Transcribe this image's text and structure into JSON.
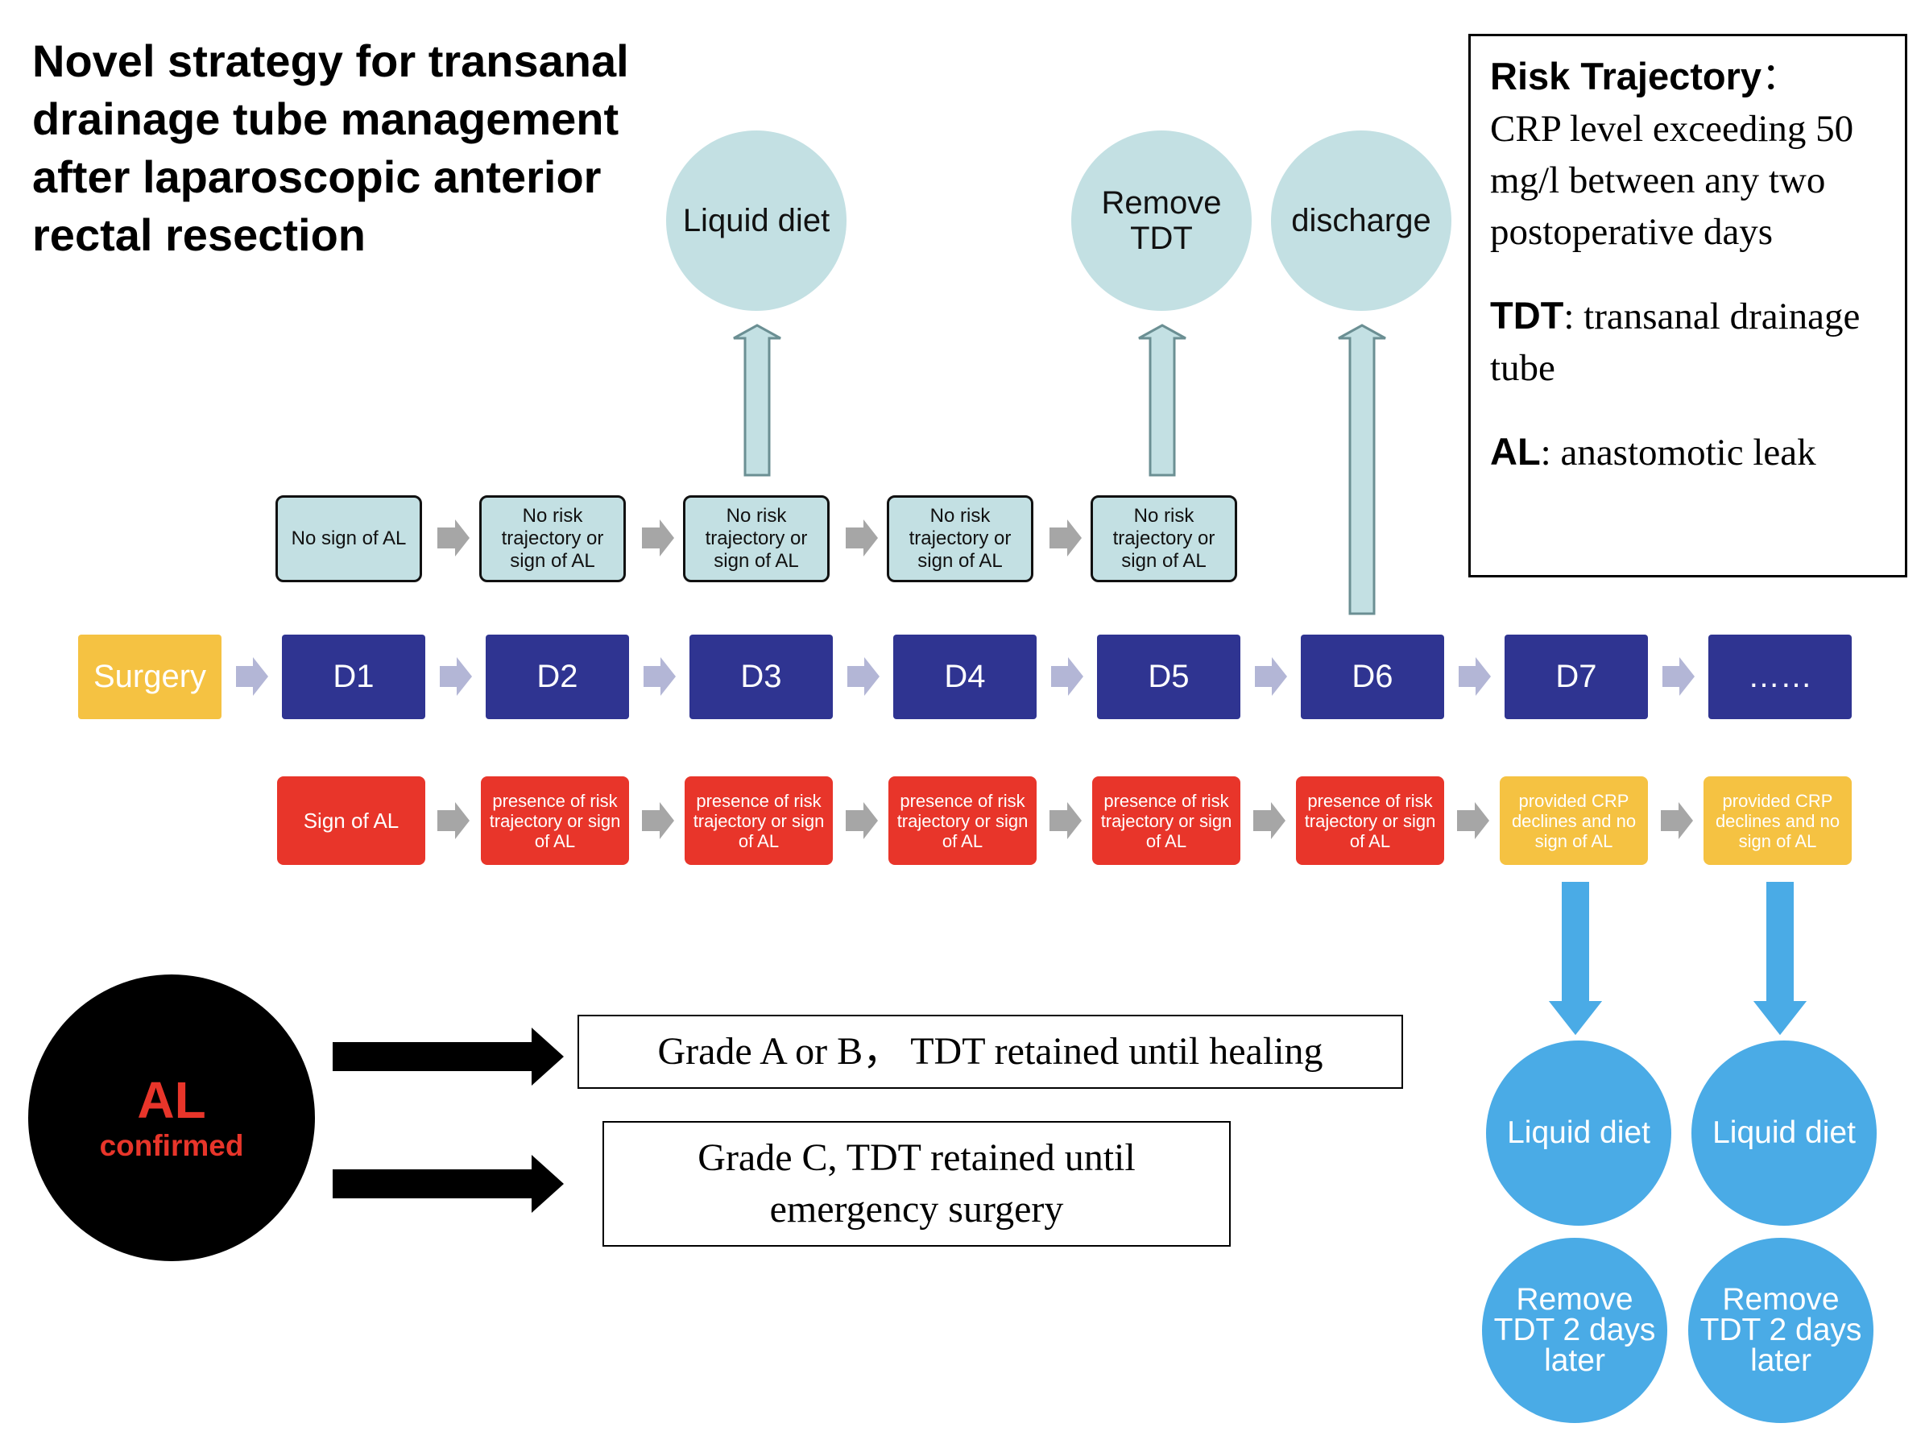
{
  "title": "Novel strategy for transanal drainage tube management after laparoscopic anterior rectal resection",
  "legend": {
    "risk_term": "Risk Trajectory",
    "risk_sep": "：",
    "risk_def": "CRP level exceeding 50 mg/l between any two postoperative days",
    "tdt_term": "TDT",
    "tdt_def": ": transanal drainage tube",
    "al_term": "AL",
    "al_def": ": anastomotic leak"
  },
  "top_circles": [
    "Liquid diet",
    "Remove TDT",
    "discharge"
  ],
  "timeline": [
    "Surgery",
    "D1",
    "D2",
    "D3",
    "D4",
    "D5",
    "D6",
    "D7",
    "……"
  ],
  "no_risk_row": [
    "No sign of AL",
    "No risk trajectory or sign of AL",
    "No risk trajectory or sign of AL",
    "No risk trajectory or sign of AL",
    "No risk trajectory or sign of AL"
  ],
  "risk_row": [
    "Sign of AL",
    "presence of risk trajectory or sign of AL",
    "presence of risk trajectory or sign of AL",
    "presence of risk trajectory or sign of AL",
    "presence of risk trajectory or sign of AL",
    "presence of risk trajectory or sign of AL",
    "provided CRP declines and no sign of AL",
    "provided CRP declines and no sign of AL"
  ],
  "bottom_circles": {
    "liquid": [
      "Liquid diet",
      "Liquid diet"
    ],
    "remove": [
      "Remove TDT 2 days later",
      "Remove TDT 2 days later"
    ]
  },
  "al_confirmed": {
    "main": "AL",
    "sub": "confirmed"
  },
  "grades": [
    "Grade A or B，  TDT retained until healing",
    "Grade C, TDT retained until emergency surgery"
  ],
  "colors": {
    "navy": "#2f3491",
    "teal": "#c3e0e3",
    "red": "#e8352a",
    "yellow": "#f5c242",
    "blue": "#4aabe6"
  }
}
